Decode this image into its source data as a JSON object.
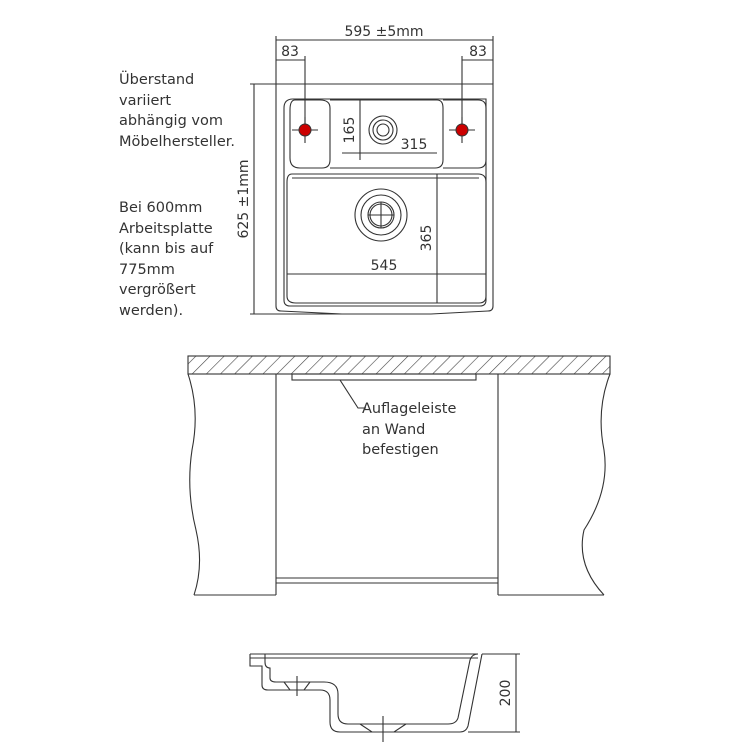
{
  "top_view": {
    "overall_width": "595 ±5mm",
    "left_offset": "83",
    "right_offset": "83",
    "overall_depth": "625 ±1mm",
    "upper_basin_depth": "165",
    "upper_basin_width": "315",
    "main_basin_depth": "365",
    "main_basin_width": "545"
  },
  "notes": {
    "overhang": "Überstand\nvariiert\nabhängig vom\nMöbelhersteller.",
    "worktop": "Bei 600mm\nArbeitsplatte\n(kann bis auf\n775mm\nvergrößert\nwerden)."
  },
  "front_view": {
    "rail_label": "Auflageleiste\nan Wand\nbefestigen"
  },
  "side_view": {
    "height": "200"
  },
  "colors": {
    "line": "#333333",
    "tap_hole_fill": "#cc0000"
  }
}
